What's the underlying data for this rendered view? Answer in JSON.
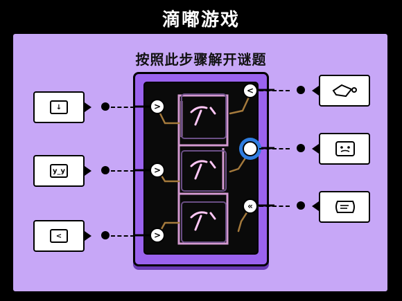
{
  "header": {
    "title": "滴嘟游戏"
  },
  "instruction": "按照此步骤解开谜题",
  "colors": {
    "panel": "#c7a7f7",
    "device": "#9b63ef",
    "screen": "#0a0a0a",
    "path": "#e9a9e6",
    "wire": "#a57a3c",
    "selected": "#2f7de0"
  },
  "left_cards": [
    {
      "icon": "down-arrow-icon",
      "symbol": "↓"
    },
    {
      "icon": "face-icon",
      "symbol": "y_y"
    },
    {
      "icon": "back-arrow-icon",
      "symbol": "<"
    }
  ],
  "right_cards": [
    {
      "icon": "diamond-icon"
    },
    {
      "icon": "square-face-icon"
    },
    {
      "icon": "scroll-icon"
    }
  ],
  "left_nodes": [
    ">",
    ">",
    ">"
  ],
  "right_nodes": [
    "<",
    "",
    "«"
  ],
  "selected_node": 1
}
